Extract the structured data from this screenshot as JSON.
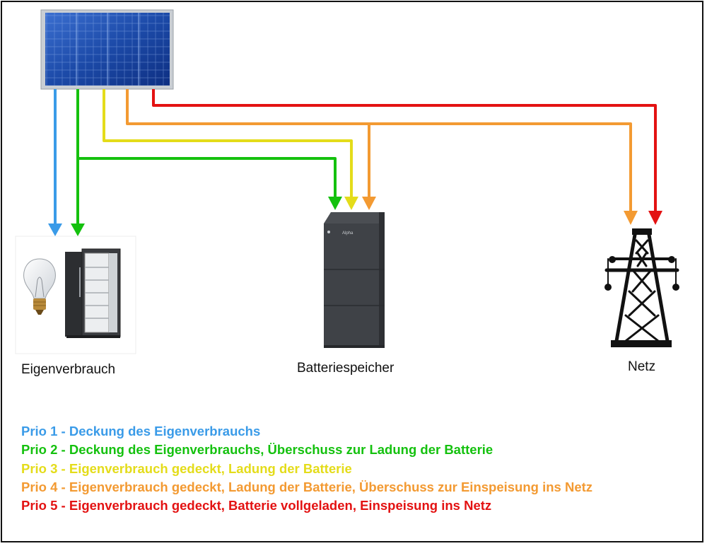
{
  "nodes": {
    "consumption": "Eigenverbrauch",
    "battery": "Batteriespeicher",
    "grid": "Netz",
    "battery_brand": "Alpha"
  },
  "colors": {
    "prio1": "#3a9be8",
    "prio2": "#14c10e",
    "prio3": "#e4dc1a",
    "prio4": "#f39a32",
    "prio5": "#e31212"
  },
  "legend": [
    {
      "text": "Prio 1 - Deckung des Eigenverbrauchs",
      "color": "#3a9be8"
    },
    {
      "text": "Prio 2 - Deckung des Eigenverbrauchs, Überschuss zur Ladung der Batterie",
      "color": "#14c10e"
    },
    {
      "text": "Prio 3 - Eigenverbrauch gedeckt, Ladung der Batterie",
      "color": "#e4dc1a"
    },
    {
      "text": "Prio 4 - Eigenverbrauch gedeckt, Ladung der Batterie, Überschuss zur Einspeisung ins Netz",
      "color": "#f39a32"
    },
    {
      "text": "Prio 5 - Eigenverbrauch gedeckt, Batterie vollgeladen, Einspeisung ins Netz",
      "color": "#e31212"
    }
  ],
  "icons": {
    "source": "solar-panel-icon",
    "consumers": [
      "light-bulb-icon",
      "fridge-icon"
    ],
    "storage": "battery-storage-icon",
    "grid": "power-pylon-icon"
  }
}
